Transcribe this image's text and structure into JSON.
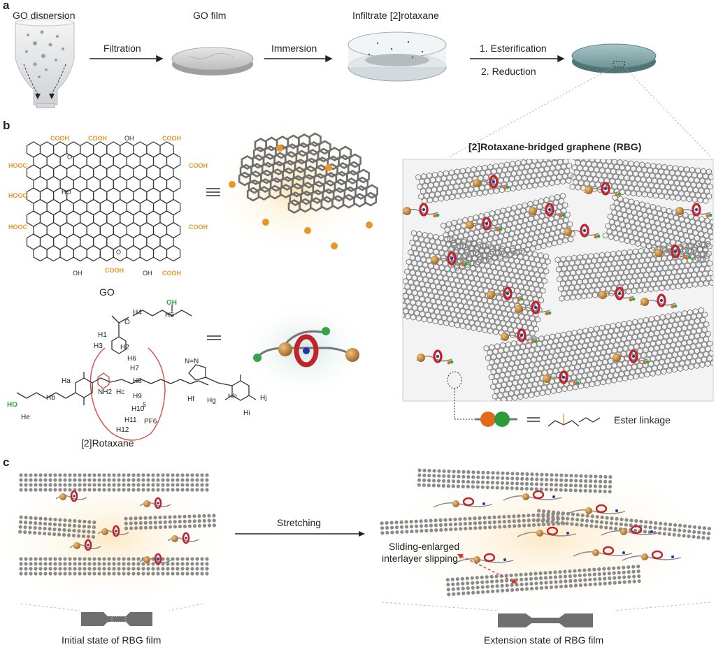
{
  "panels": {
    "a": "a",
    "b": "b",
    "c": "c"
  },
  "panel_a": {
    "step_labels": [
      "GO dispersion",
      "GO film",
      "Infiltrate [2]rotaxane"
    ],
    "arrow_filtration": "Filtration",
    "arrow_immersion": "Immersion",
    "arrow_step1": "1. Esterification",
    "arrow_step2": "2. Reduction"
  },
  "panel_b": {
    "go_groups": {
      "cooh": "COOH",
      "hooc": "HOOC",
      "oh": "OH",
      "ho": "HO",
      "o": "O"
    },
    "go_caption": "GO",
    "rotaxane_caption": "[2]Rotaxane",
    "rotaxane_labels": {
      "oh": "OH",
      "ho": "HO",
      "o": "O",
      "h1": "H1",
      "h2": "H2",
      "h3": "H3",
      "h4": "H4",
      "h5": "H5",
      "h6": "H6",
      "h7": "H7",
      "h8": "H8",
      "h9": "H9",
      "h10": "H10",
      "h11": "H11",
      "h12": "H12",
      "ha": "Ha",
      "hb": "Hb",
      "hc": "Hc",
      "he": "He",
      "hf": "Hf",
      "hg": "Hg",
      "hh": "Hh",
      "hi": "Hi",
      "hj": "Hj",
      "nh2": "NH2",
      "triazole": "N=N",
      "pf6": "PF6",
      "sub5": "5"
    },
    "rbg_title": "[2]Rotaxane-bridged graphene (RBG)",
    "ester_label": "Ester linkage"
  },
  "panel_c": {
    "arrow_label": "Stretching",
    "slip_label_1": "Sliding-enlarged",
    "slip_label_2": "interlayer slipping",
    "caption_initial": "Initial state of RBG film",
    "caption_extension": "Extension state of RBG film"
  },
  "colors": {
    "orange": "#e8962a",
    "green": "#2aa84a",
    "red": "#c0242a",
    "ring_pink": "#e05a5a",
    "graphene": "#8a8a8a",
    "ball": "#c88a30",
    "teal_film": "#7fa6a8",
    "glow": "#fbe9c2"
  }
}
